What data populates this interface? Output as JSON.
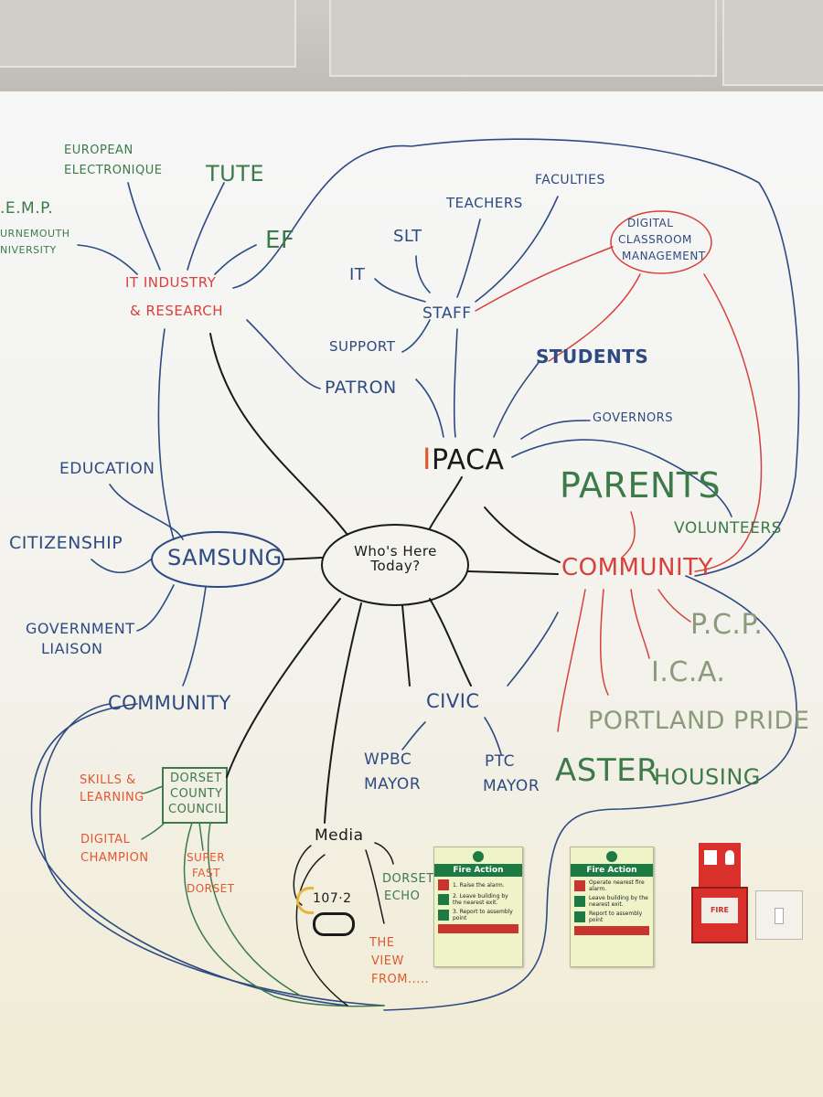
{
  "central": {
    "label": "Who's Here Today?"
  },
  "hub": {
    "prefix": "I",
    "label": "PACA"
  },
  "it_branch": {
    "title_line1": "IT INDUSTRY",
    "title_line2": "& RESEARCH",
    "items": [
      "EUROPEAN",
      "ELECTRONIQUE",
      "TUTE",
      "EF",
      ".E.M.P.",
      "URNEMOUTH",
      "NIVERSITY"
    ]
  },
  "staff_branch": {
    "title": "STAFF",
    "items": [
      "TEACHERS",
      "FACULTIES",
      "SLT",
      "IT",
      "SUPPORT"
    ],
    "digital": [
      "DIGITAL",
      "CLASSROOM",
      "MANAGEMENT"
    ]
  },
  "paca_links": [
    "PATRON",
    "STUDENTS",
    "GOVERNORS"
  ],
  "community_branch": {
    "title": "COMMUNITY",
    "items": [
      "PARENTS",
      "VOLUNTEERS",
      "P.C.P.",
      "I.C.A.",
      "PORTLAND PRIDE",
      "ASTER",
      "HOUSING"
    ]
  },
  "samsung_branch": {
    "title": "SAMSUNG",
    "items": [
      "EDUCATION",
      "CITIZENSHIP",
      "GOVERNMENT",
      "LIAISON",
      "COMMUNITY"
    ]
  },
  "dorset_branch": {
    "title_lines": [
      "DORSET",
      "COUNTY",
      "COUNCIL"
    ],
    "items": [
      "SKILLS &",
      "LEARNING",
      "DIGITAL",
      "CHAMPION",
      "SUPER",
      "FAST",
      "DORSET"
    ]
  },
  "civic_branch": {
    "title": "CIVIC",
    "items": [
      "WPBC",
      "MAYOR",
      "PTC",
      "MAYOR"
    ]
  },
  "media_branch": {
    "title": "Media",
    "items": [
      "107·2",
      "DORSET",
      "ECHO",
      "THE",
      "VIEW",
      "FROM....."
    ]
  },
  "signs": [
    {
      "title": "Fire Action",
      "rows": [
        "1. Raise the alarm.",
        "2. Leave building by the nearest exit.",
        "3. Report to assembly point"
      ]
    },
    {
      "title": "Fire Action",
      "rows": [
        "Operate nearest fire alarm.",
        "Leave building by the nearest exit.",
        "Report to assembly point"
      ]
    }
  ],
  "alarm": {
    "label": "FIRE"
  }
}
